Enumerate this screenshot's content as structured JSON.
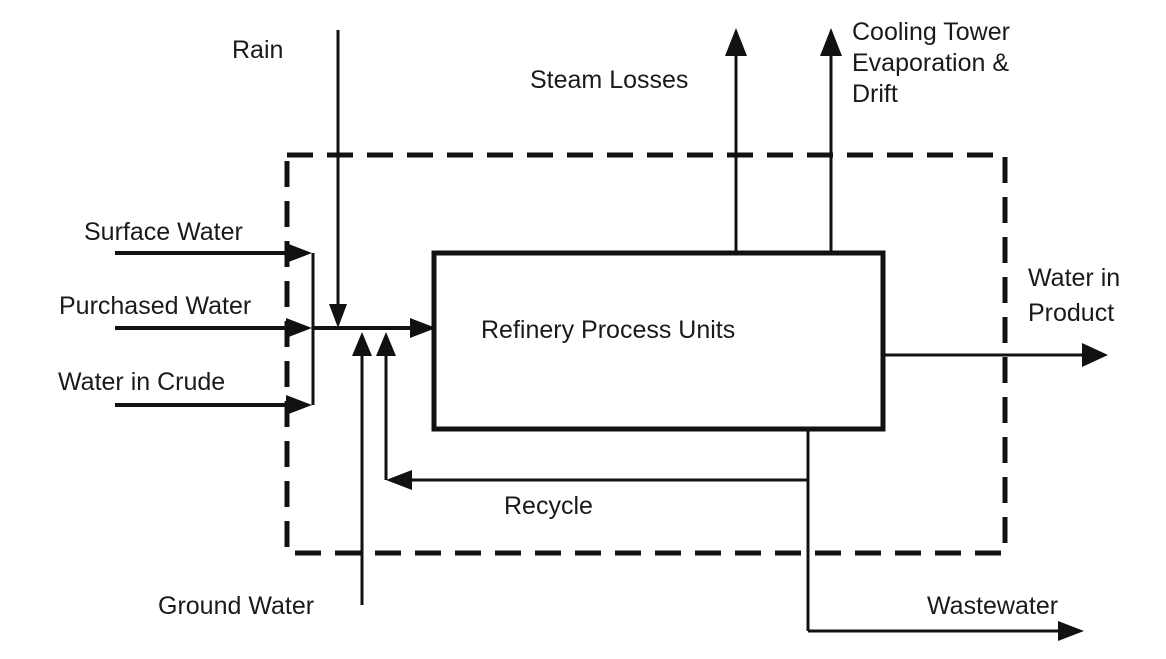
{
  "diagram": {
    "center_box": "Refinery Process Units",
    "inputs": {
      "rain": "Rain",
      "surface_water": "Surface Water",
      "purchased_water": "Purchased Water",
      "water_in_crude": "Water in Crude",
      "ground_water": "Ground Water"
    },
    "outputs": {
      "steam_losses": "Steam Losses",
      "cooling_tower": [
        "Cooling Tower",
        "Evaporation &",
        "Drift"
      ],
      "water_in_product": [
        "Water in",
        "Product"
      ],
      "wastewater": "Wastewater"
    },
    "recycle": "Recycle"
  }
}
